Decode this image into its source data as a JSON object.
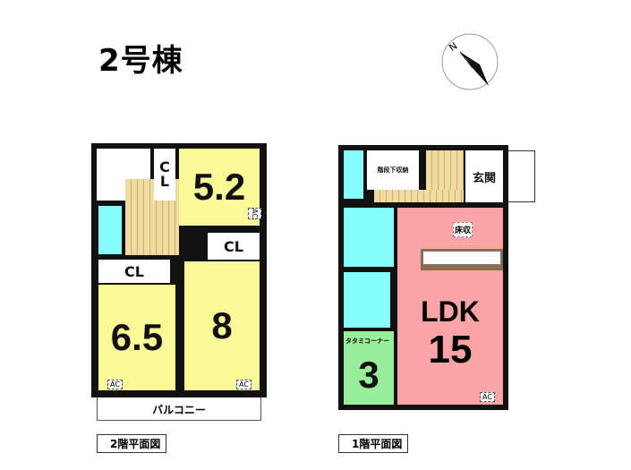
{
  "title": "2号棟",
  "compass": {
    "label": "N"
  },
  "floor2": {
    "caption": "2階平面図",
    "balcony": "バルコニー",
    "rooms": {
      "r52": "5.2",
      "r65": "6.5",
      "r8": "8",
      "cl1": "C L",
      "cl2": "CL",
      "cl3": "CL"
    },
    "ac": "AC"
  },
  "floor1": {
    "caption": "1階平面図",
    "entrance": "玄関",
    "storage": "床収",
    "understair": "階段下収納",
    "ldk": "LDK",
    "ldk_size": "15",
    "tatami": "タタミコーナー",
    "tatami_size": "3",
    "ac": "AC"
  }
}
